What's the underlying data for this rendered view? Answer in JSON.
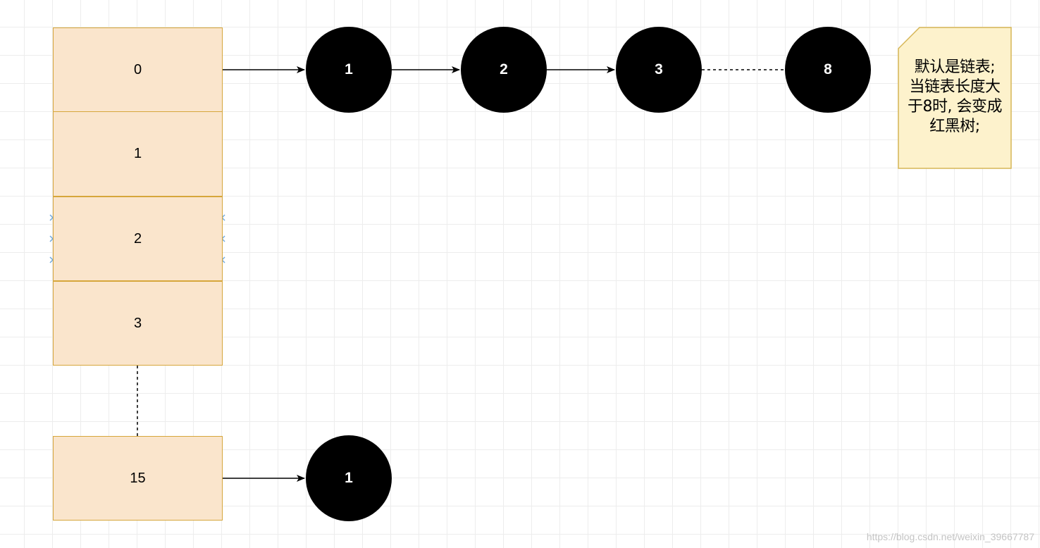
{
  "bucket_array": {
    "cells": [
      "0",
      "1",
      "2",
      "3"
    ],
    "last_cell": "15"
  },
  "chain_top": {
    "nodes": [
      "1",
      "2",
      "3",
      "8"
    ]
  },
  "chain_bottom": {
    "nodes": [
      "1"
    ]
  },
  "note": {
    "lines": [
      "默认是链表;",
      "当链表长度大",
      "于8时, 会变成",
      "红黑树;"
    ]
  },
  "watermark": "https://blog.csdn.net/weixin_39667787",
  "colors": {
    "cell_fill": "#fae5cc",
    "cell_border": "#d6a63b",
    "node_fill": "#000000",
    "note_fill": "#fdf2cc",
    "note_border": "#d6b656",
    "selection_marker": "#6fa8dc"
  }
}
